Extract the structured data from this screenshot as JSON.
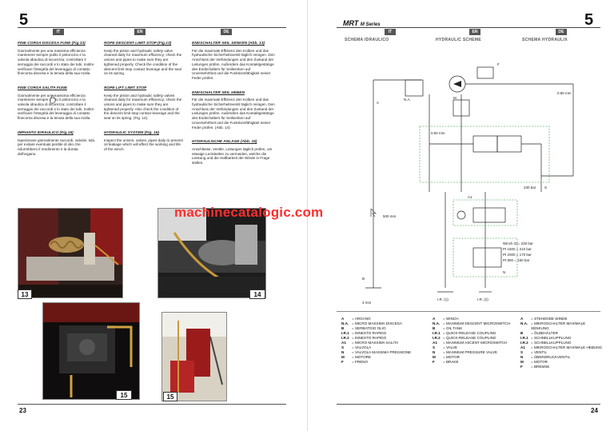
{
  "left_page": {
    "chapter": "5",
    "page_number": "23",
    "flags": [
      "IT",
      "EN",
      "DE"
    ],
    "columns": {
      "it": [
        {
          "heading": "FINE CORSA DISCESA FUNE (Fig.13)",
          "body": "Giornalmente per una massima efficienza mantenere sempre pulito il pistoncino e la valvola idraulica di sicurezza; controllare il serraggio dei raccordi e lo stato dei tubi. Inoltre verificare l'integrità del leveraggio di contatto finecorsa discesa e la tenuta della sua molla."
        },
        {
          "heading": "FINE CORSA SALITA FUNE",
          "body": "Giornalmente per una massima efficienza mantenere sempre pulito il pistoncino e la valvola idraulica di sicurezza; controllare il serraggio dei raccordi e lo stato dei tubi. Inoltre verificare l'integrità del leveraggio di contatto finecorsa discesa e la tenuta della sua molla."
        },
        {
          "heading": "IMPIANTO IDRAULICO (Fig.15)",
          "body": "Ispezionare giornalmente raccordi, valvole, tubi, per evitare eventuali perdite di olio che ridurrebbero il rendimento e la durata dell'argano."
        }
      ],
      "en": [
        {
          "heading": "ROPE DESCENT LIMIT STOP (Fig.13)",
          "body": "Keep the piston and hydraulic safety valve cleaned daily for maximum efficiency; check the unions and pipes to make sure they are tightened properly. Check the condition of the descent limit stop contact leverage and the seal on its spring."
        },
        {
          "heading": "ROPE LIFT LIMIT STOP",
          "body": "Keep the piston and hydraulic safety valves cleaned daily for maximum efficiency; check the unions and pipes to make sure they are tightened properly. Also check the condition of the descent limit stop contact leverage and the seal on its spring. (Fig. 14)."
        },
        {
          "heading": "HYDRAULIC SYSTEM (Fig. 15)",
          "body": "Inspect the unions, valves, pipes daily to prevent oil leakage which will affect the working and life of the winch."
        }
      ],
      "de": [
        {
          "heading": "ENDSCHALTER SEIL SENKEN (Abb. 13)",
          "body": "Für die maximale Effizienz den Kolben und das hydraulische Sicherheitsventil täglich reinigen. Den Anschluss der Verbindungen und den Zustand der Leitungen prüfen. Außerdem das Kontaktgestänge des Endschalters für Seilsenken auf Unversehrtheit und die Funktionsfähigkeit seiner Feder prüfen."
        },
        {
          "heading": "ENDSCHALTER SEIL HEBEN",
          "body": "Für die maximale Effizienz den Kolben und das hydraulische Sicherheitsventil täglich reinigen. Den Anschluss der Verbindungen und den Zustand der Leitungen prüfen. Außerdem das Kontaktgestänge des Endschalters für Seilsenken auf Unversehrtheit und die Funktionsfähigkeit seiner Feder prüfen. (Abb. 14)"
        },
        {
          "heading": "HYDRAULISCHE ANLAGE (Abb. 15)",
          "body": "Anschlüsse, Ventile, Leitungen täglich prüfen, um etwaige Lecksteilen zu vermeiden, welche die Leistung und die Haltbarkeit der Winde in Frage stellen."
        }
      ]
    },
    "photos": [
      {
        "label": "13"
      },
      {
        "label": "14"
      },
      {
        "label": "15"
      },
      {
        "label": "15"
      }
    ]
  },
  "watermark": "machinecatalogic.com",
  "right_page": {
    "chapter": "5",
    "page_number": "24",
    "brand": "MRT",
    "brand_series": "M Series",
    "flags": [
      "IT",
      "EN",
      "DE"
    ],
    "schema_titles": [
      "SCHEMA IDRAULICO",
      "HYDRAULIC SCHEME",
      "SCHEMA HYDRAULIX"
    ],
    "diagram_labels": {
      "F": "F",
      "NA": "N.A.",
      "M": "M",
      "A": "A",
      "v080": "0.80 mm",
      "v050": "0.50 mm",
      "bar230": "230 bar",
      "A1": "A1",
      "S": "S",
      "B": "B",
      "IR1": "I.R. (1)",
      "IR2": "I.R. (2)",
      "N": "N",
      "mm3": "3 mm",
      "mm500": "500 mm",
      "winch": "Winch 31= 230 bar",
      "p1": "Pt 1500  = 210 bar",
      "p2": "Pt 2000  = 170 bar",
      "p3": "Pt 800    = 150 bar"
    },
    "legend": {
      "it": [
        {
          "k": "A",
          "v": "= ARGANO"
        },
        {
          "k": "N.A.",
          "v": "= MICRO MASSIMA DISCESA"
        },
        {
          "k": "B",
          "v": "= SERBATOIO OLIO"
        },
        {
          "k": "I.R.1",
          "v": "= INNESTO RAPIDO"
        },
        {
          "k": "I.R.2",
          "v": "= INNESTO RAPIDO"
        },
        {
          "k": "A1",
          "v": "= MICRO MASSIMA SALITA"
        },
        {
          "k": "S",
          "v": "= VALVOLA"
        },
        {
          "k": "N",
          "v": "= VALVOLA MASSIMA PRESSIONE"
        },
        {
          "k": "M",
          "v": "= MOTORE"
        },
        {
          "k": "F",
          "v": "= FRENO"
        }
      ],
      "en": [
        {
          "k": "A",
          "v": "= WINCH"
        },
        {
          "k": "N.A.",
          "v": "= MAXIMUM DESCENT MICROSWITCH"
        },
        {
          "k": "B",
          "v": "= OIL TANK"
        },
        {
          "k": "I.R.1",
          "v": "= QUICK-RELEASE COUPLING"
        },
        {
          "k": "I.R.2",
          "v": "= QUICK-RELEASE COUPLING"
        },
        {
          "k": "A1",
          "v": "= MAXIMUM ASCENT MICROSWITCH"
        },
        {
          "k": "S",
          "v": "= VALVE"
        },
        {
          "k": "N",
          "v": "= MAXIMUM PRESSURE VALVE"
        },
        {
          "k": "M",
          "v": "= MOTOR"
        },
        {
          "k": "F",
          "v": "= BRAKE"
        }
      ],
      "de": [
        {
          "k": "A",
          "v": "= STEHENDE WINDE"
        },
        {
          "k": "N.A.",
          "v": "= MIKROSCHALTER MAXIMALE SENKUNG"
        },
        {
          "k": "B",
          "v": "= ÖLBEHÄLTER"
        },
        {
          "k": "I.R.1",
          "v": "= SCHNELLKUPPLUNG"
        },
        {
          "k": "I.R.2",
          "v": "= SCHNELLKUPPLUNG"
        },
        {
          "k": "A1",
          "v": "= MIKROSCHALTER MAXIMALE HEBUNG"
        },
        {
          "k": "S",
          "v": "= VENTIL"
        },
        {
          "k": "N",
          "v": "= ÜBERDRUCKVENTIL"
        },
        {
          "k": "M",
          "v": "= MOTOR"
        },
        {
          "k": "F",
          "v": "= BREMSE"
        }
      ]
    }
  }
}
